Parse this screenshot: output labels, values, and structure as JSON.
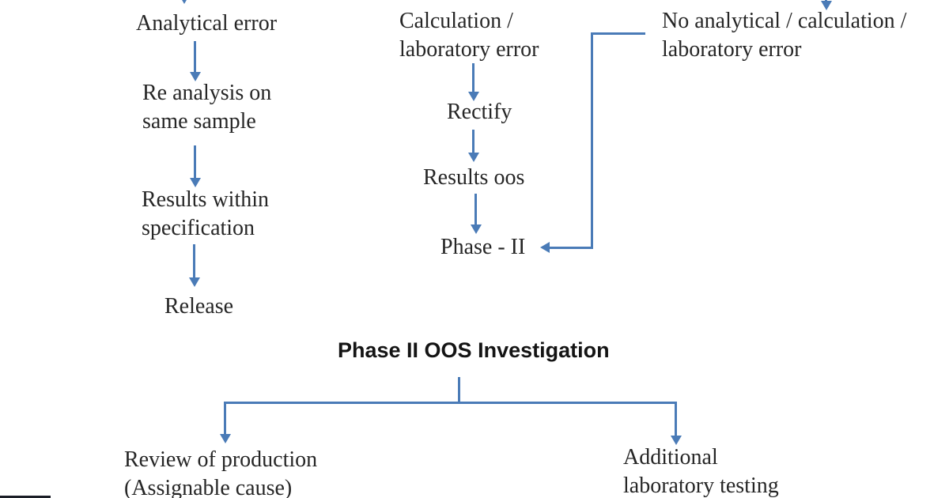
{
  "colors": {
    "accent": "#4a7bb7",
    "text": "#262626",
    "heading": "#141414",
    "footer_bar": "#1b1e27",
    "bg": "#ffffff"
  },
  "flowchart": {
    "heading": "Phase II OOS Investigation",
    "nodes": {
      "analytical_error": {
        "line1": "Analytical error"
      },
      "re_analysis": {
        "line1": "Re analysis on",
        "line2": "same sample"
      },
      "results_within": {
        "line1": "Results within",
        "line2": "specification"
      },
      "release": {
        "line1": "Release"
      },
      "calculation_error": {
        "line1": "Calculation /",
        "line2": "laboratory error"
      },
      "rectify": {
        "line1": "Rectify"
      },
      "results_oos": {
        "line1": "Results oos"
      },
      "phase_ii": {
        "line1": "Phase - II"
      },
      "no_error": {
        "line1": "No analytical / calculation /",
        "line2": "laboratory error"
      },
      "review_production": {
        "line1": "Review of production",
        "line2": "(Assignable cause)"
      },
      "additional_testing": {
        "line1": "Additional",
        "line2": "laboratory testing"
      }
    },
    "edges": [
      {
        "from": "analytical_error",
        "to": "re_analysis"
      },
      {
        "from": "re_analysis",
        "to": "results_within"
      },
      {
        "from": "results_within",
        "to": "release"
      },
      {
        "from": "calculation_error",
        "to": "rectify"
      },
      {
        "from": "rectify",
        "to": "results_oos"
      },
      {
        "from": "results_oos",
        "to": "phase_ii"
      },
      {
        "from": "no_error",
        "to": "phase_ii"
      },
      {
        "from": "heading",
        "to": "review_production"
      },
      {
        "from": "heading",
        "to": "additional_testing"
      }
    ]
  }
}
